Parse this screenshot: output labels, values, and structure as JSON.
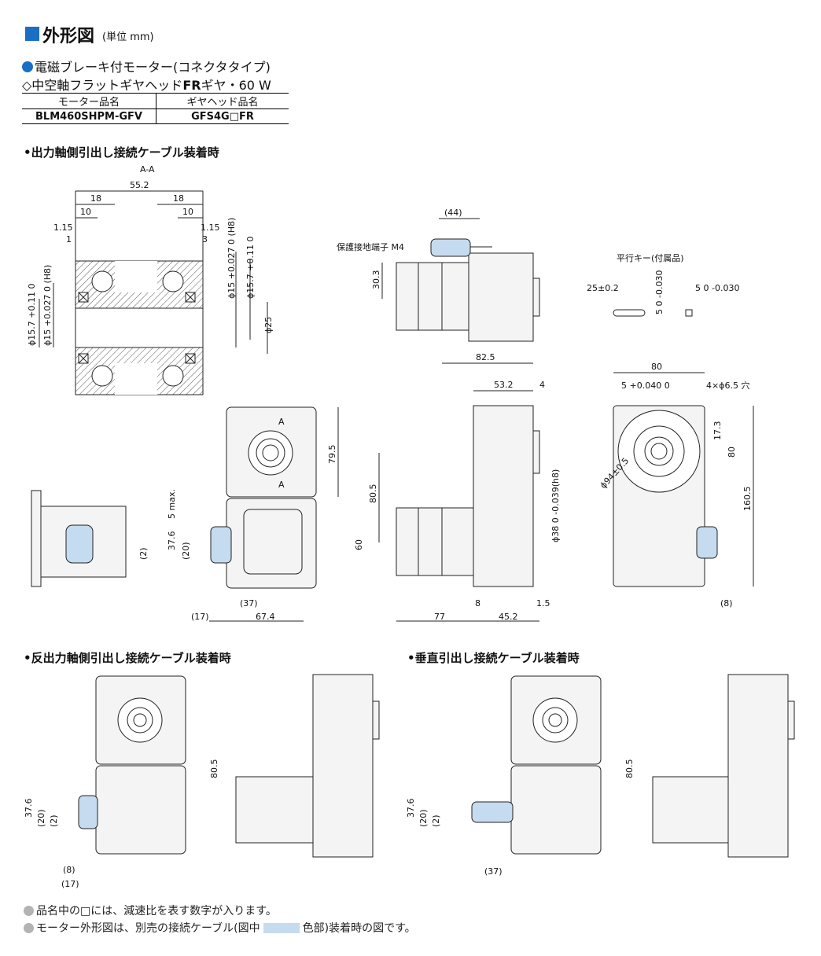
{
  "header": {
    "title": "外形図",
    "unit": "(単位 mm)"
  },
  "subtitle": {
    "line1": "電磁ブレーキ付モーター(コネクタタイプ)",
    "line2_prefix": "◇中空軸フラットギヤヘッド",
    "line2_bold": "FR",
    "line2_suffix": "ギヤ・60 W"
  },
  "product_table": {
    "headers": [
      "モーター品名",
      "ギヤヘッド品名"
    ],
    "row": [
      "BLM460SHPM-GFV",
      "GFS4G□FR"
    ]
  },
  "sections": {
    "main": "•出力軸側引出し接続ケーブル装着時",
    "reverse": "•反出力軸側引出し接続ケーブル装着時",
    "vertical": "•垂直引出し接続ケーブル装着時"
  },
  "labels": {
    "section_aa": "A-A",
    "section_a": "A",
    "ground_terminal": "保護接地端子 M4",
    "parallel_key": "平行キー(付属品)",
    "holes": "4×ϕ6.5 穴"
  },
  "dims": {
    "d55_2": "55.2",
    "d18": "18",
    "d10": "10",
    "d1_15": "1.15",
    "d1": "1",
    "d3": "3",
    "h8_a": "ϕ15 +0.027 0 (H8)",
    "phi157": "ϕ15.7 +0.11 0",
    "phi25": "ϕ25",
    "d44": "(44)",
    "d30_3": "30.3",
    "d82_5": "82.5",
    "d25": "25±0.2",
    "d5": "5 0 -0.030",
    "d53_2": "53.2",
    "d4": "4",
    "d80": "80",
    "d5t": "5 +0.040 0",
    "d17_3": "17.3",
    "d80b": "80",
    "d160_5": "160.5",
    "phi94": "ϕ94±0.5",
    "d79_5": "79.5",
    "d5max": "5 max.",
    "d37_6": "37.6",
    "d20": "(20)",
    "d2": "(2)",
    "d37": "(37)",
    "d17": "(17)",
    "d67_4": "67.4",
    "d80_5": "80.5",
    "d60": "60",
    "phi38": "ϕ38 0 -0.039(h8)",
    "d77": "77",
    "d8": "8",
    "d45_2": "45.2",
    "d1_5": "1.5",
    "d8p": "(8)"
  },
  "notes": {
    "n1": "品名中の□には、減速比を表す数字が入ります。",
    "n2_a": "モーター外形図は、別売の接続ケーブル(図中",
    "n2_b": "色部)装着時の図です。"
  },
  "colors": {
    "accent": "#1a6fc4",
    "cable": "#c5dbef",
    "body": "#f0f0f0"
  }
}
